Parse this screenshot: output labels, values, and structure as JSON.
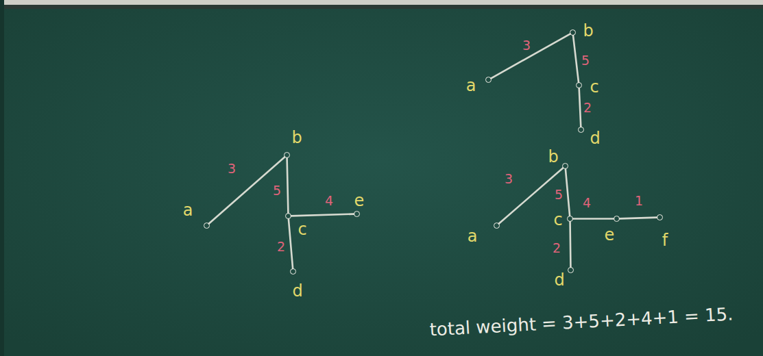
{
  "diagram": {
    "nodes": [
      {
        "text": [
          "a"
        ]
      },
      {
        "text": [
          "b"
        ]
      },
      {
        "text": [
          "c"
        ]
      },
      {
        "text": [
          "d"
        ]
      },
      {
        "text": [
          "a"
        ]
      },
      {
        "text": [
          "b"
        ]
      },
      {
        "text": [
          "c"
        ]
      },
      {
        "text": [
          "d"
        ]
      },
      {
        "text": [
          "e"
        ]
      },
      {
        "text": [
          "a"
        ]
      },
      {
        "text": [
          "b"
        ]
      },
      {
        "text": [
          "c"
        ]
      },
      {
        "text": [
          "d"
        ]
      },
      {
        "text": [
          "e"
        ]
      },
      {
        "text": [
          "f"
        ]
      }
    ],
    "edges": [
      {
        "from": 0,
        "to": 1,
        "arrow": "none",
        "label": "3"
      },
      {
        "from": 1,
        "to": 2,
        "arrow": "none",
        "label": "5"
      },
      {
        "from": 2,
        "to": 3,
        "arrow": "none",
        "label": "2"
      },
      {
        "from": 4,
        "to": 5,
        "arrow": "none",
        "label": "3"
      },
      {
        "from": 5,
        "to": 6,
        "arrow": "none",
        "label": "5"
      },
      {
        "from": 6,
        "to": 8,
        "arrow": "none",
        "label": "4"
      },
      {
        "from": 6,
        "to": 7,
        "arrow": "none",
        "label": "2"
      },
      {
        "from": 9,
        "to": 10,
        "arrow": "none",
        "label": "3"
      },
      {
        "from": 10,
        "to": 11,
        "arrow": "none",
        "label": "5"
      },
      {
        "from": 11,
        "to": 13,
        "arrow": "none",
        "label": "4"
      },
      {
        "from": 13,
        "to": 14,
        "arrow": "none",
        "label": "1"
      },
      {
        "from": 11,
        "to": 12,
        "arrow": "none",
        "label": "2"
      }
    ],
    "labels": [
      "total weight = 3+5+2+4+1 = 15."
    ]
  }
}
